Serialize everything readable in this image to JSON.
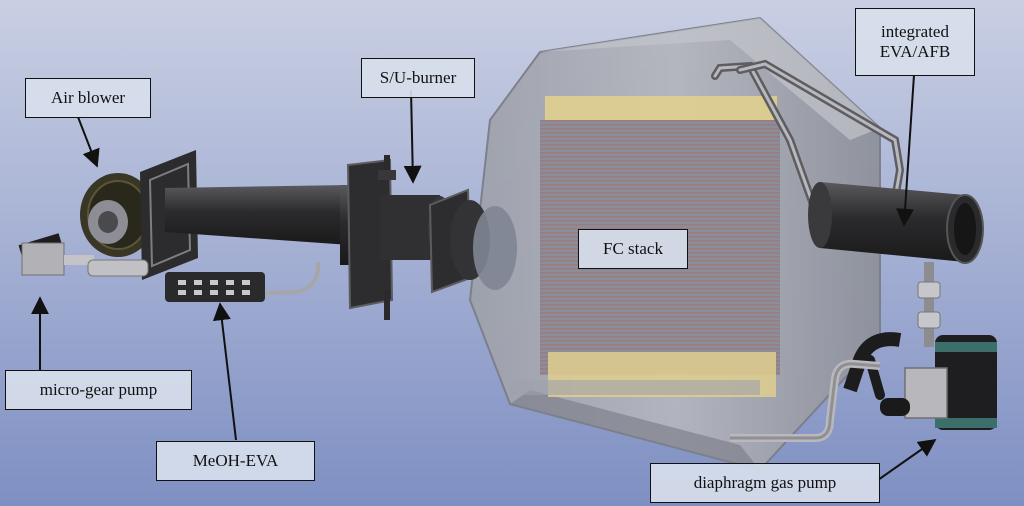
{
  "labels": {
    "air_blower": "Air blower",
    "su_burner": "S/U-burner",
    "evaafb_line1": "integrated",
    "evaafb_line2": "EVA/AFB",
    "fc_stack": "FC stack",
    "micro_gear_pump": "micro-gear pump",
    "meoh_eva": "MeOH-EVA",
    "diaphragm_gas_pump": "diaphragm gas pump"
  },
  "colors": {
    "background_top": "#c7cde3",
    "background_bottom": "#7e8fc2",
    "enclosure": "#a9acb6",
    "metal_dark": "#333335",
    "stack_plates": "#8f7b7b",
    "stack_edge": "#e2cf8e",
    "accent_teal": "#3c6f6a"
  }
}
